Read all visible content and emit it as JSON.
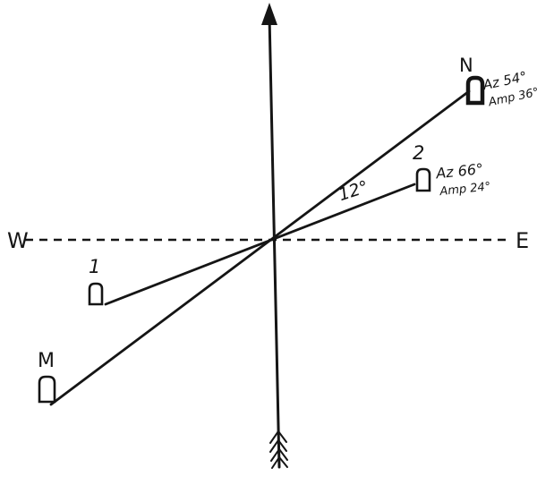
{
  "figure": {
    "cardinal": {
      "west": "W",
      "east": "E"
    },
    "line_mn": {
      "start_label": "M",
      "end_label": "N",
      "azimuth": "Az 54°",
      "amplitude": "Amp 36°"
    },
    "line_12": {
      "start_label": "1",
      "end_label": "2",
      "azimuth": "Az 66°",
      "amplitude": "Amp 24°"
    },
    "angle_between": "12°"
  }
}
